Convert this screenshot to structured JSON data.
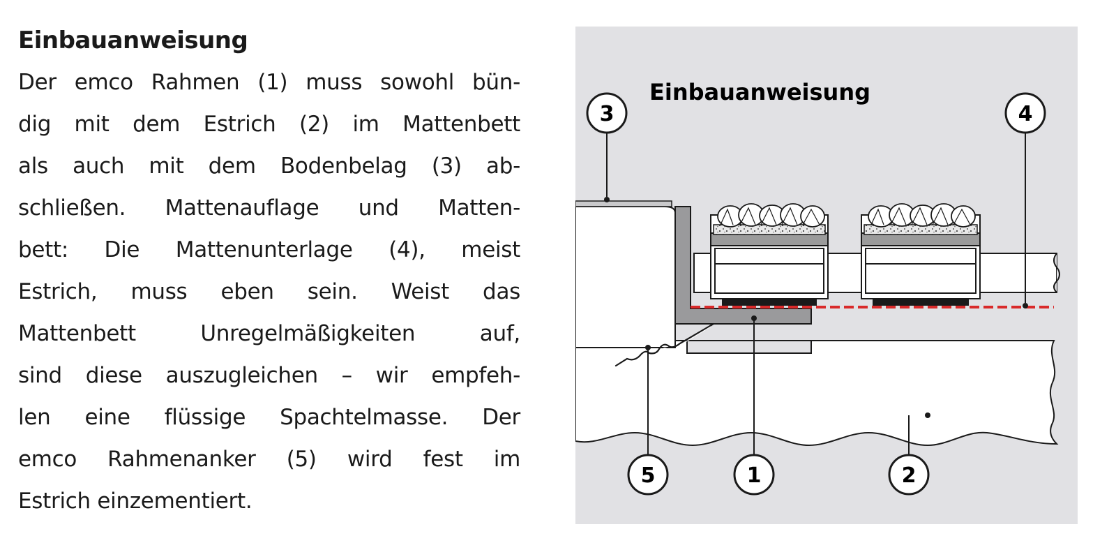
{
  "heading": "Einbauanweisung",
  "paragraph_lines": [
    "Der emco Rahmen (1) muss sowohl bün-",
    "dig mit dem Estrich (2) im Mattenbett",
    "als auch mit dem Bodenbelag (3) ab-",
    "schließen. Mattenauflage und Matten-",
    "bett: Die Mattenunterlage (4), meist",
    "Estrich, muss eben sein. Weist das",
    "Mattenbett Unregelmäßigkeiten auf,",
    "sind diese auszugleichen – wir empfeh-",
    "len eine flüssige Spachtelmasse. Der",
    "emco Rahmenanker (5) wird fest im",
    "Estrich einzementiert."
  ],
  "figure": {
    "title": "Einbauanweisung",
    "callouts": {
      "c1": "1",
      "c2": "2",
      "c3": "3",
      "c4": "4",
      "c5": "5"
    },
    "colors": {
      "background": "#e1e1e4",
      "screed": "#ffffff",
      "frame": "#9a9a9c",
      "underlay": "#d92a2a",
      "pad": "#9b9b9b",
      "line": "#1a1a1a"
    }
  }
}
